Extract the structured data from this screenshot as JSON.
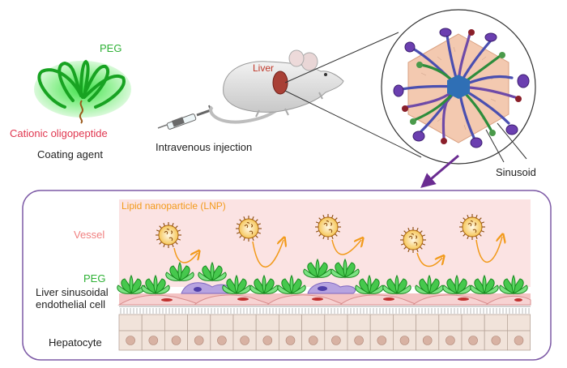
{
  "labels": {
    "peg_top": "PEG",
    "cationic": "Cationic oligopeptide",
    "coating_agent": "Coating agent",
    "liver": "Liver",
    "iv_injection": "Intravenous injection",
    "sinusoid": "Sinusoid",
    "lnp": "Lipid nanoparticle (LNP)",
    "vessel": "Vessel",
    "peg_bottom": "PEG",
    "lsec_line1": "Liver sinusoidal",
    "lsec_line2": "endothelial cell",
    "hepatocyte": "Hepatocyte"
  },
  "colors": {
    "peg_green": "#2eb135",
    "cationic_red": "#e0364f",
    "liver_red": "#c0392b",
    "lnp_orange": "#f29a1a",
    "vessel_pink": "#fbe3e3",
    "vessel_label": "#f08080",
    "arrow_purple": "#6a2c91",
    "frame_purple": "#7d5aa6",
    "hexagon_fill": "#f3c9b0",
    "central_vein": "#2f6fb5"
  },
  "icons": [
    "peg-coating-agent-icon",
    "mouse-icon",
    "syringe-icon",
    "liver-lobule-icon",
    "lnp-particle-icon",
    "peg-cluster-icon",
    "endothelial-cell-icon",
    "hepatocyte-icon",
    "kupffer-cell-icon"
  ]
}
